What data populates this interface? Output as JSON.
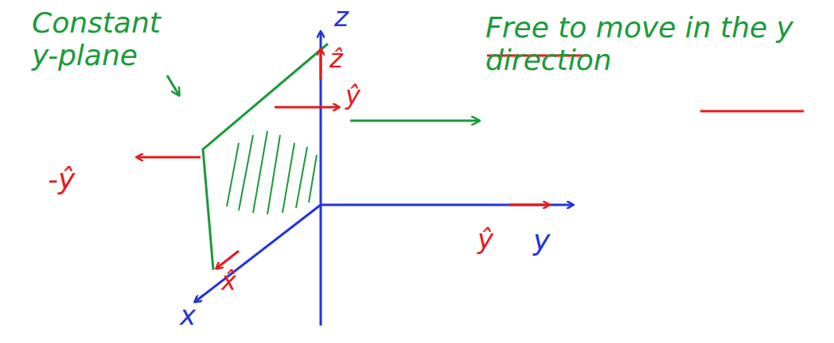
{
  "diagram": {
    "labels": [
      "Constant y-plane",
      "Free to move in the y direction",
      "z",
      "ẑ",
      "ŷ",
      "-ŷ",
      "ŷ",
      "y",
      "x̂",
      "x"
    ]
  }
}
